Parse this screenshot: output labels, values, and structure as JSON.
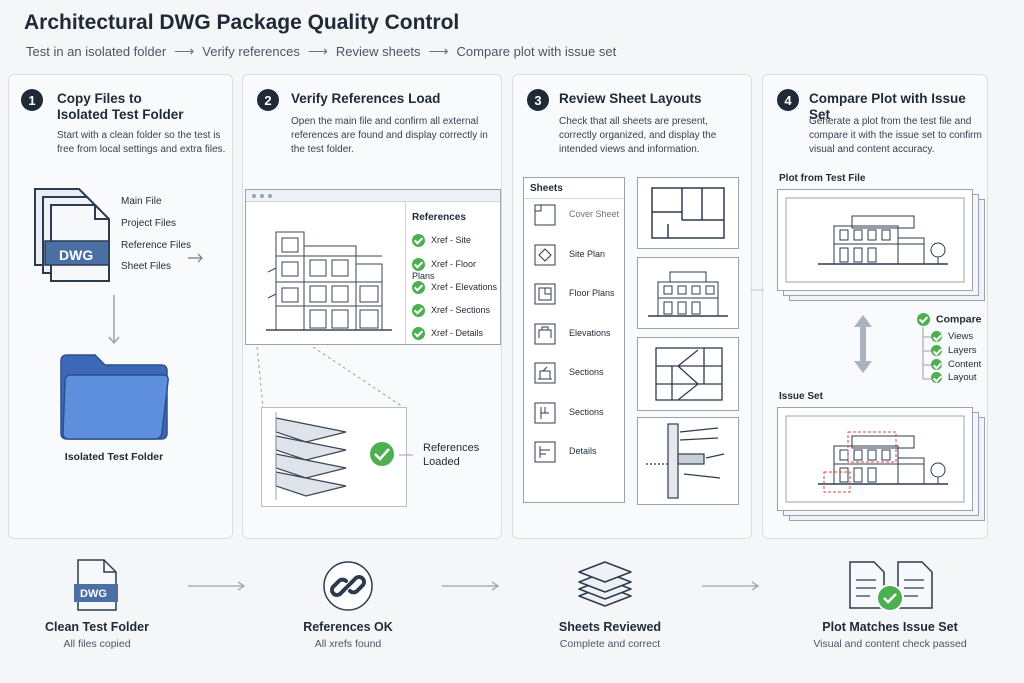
{
  "header": {
    "title": "Architectural DWG Package Quality Control",
    "steps": [
      "Test in an isolated folder",
      "Verify references",
      "Review sheets",
      "Compare plot with issue set"
    ],
    "arrow": "⟶"
  },
  "panels": [
    {
      "number": "1",
      "title_line1": "Copy Files to",
      "title_line2": "Isolated Test Folder",
      "description": "Start with a clean folder so the test is free from local settings and extra files.",
      "file_icon_label": "DWG",
      "files": [
        "Main File",
        "Project Files",
        "Reference Files",
        "Sheet Files"
      ],
      "folder_label": "Isolated Test Folder"
    },
    {
      "number": "2",
      "title": "Verify References Load",
      "description": "Open the main file and confirm all external references are found and display correctly in the test folder.",
      "references_heading": "References",
      "references": [
        "Xref - Site",
        "Xref - Floor Plans",
        "Xref - Elevations",
        "Xref - Sections",
        "Xref - Details"
      ],
      "loaded_label_line1": "References",
      "loaded_label_line2": "Loaded"
    },
    {
      "number": "3",
      "title": "Review Sheet Layouts",
      "description": "Check that all sheets are present, correctly organized, and display the intended views and information.",
      "sheets_heading": "Sheets",
      "sheets": [
        "Cover Sheet",
        "Site Plan",
        "Floor Plans",
        "Elevations",
        "Sections",
        "Sections",
        "Details"
      ]
    },
    {
      "number": "4",
      "title": "Compare Plot with Issue Set",
      "description": "Generate a plot from the test file and compare it with the issue set to confirm visual and content accuracy.",
      "plot_label": "Plot from Test File",
      "issue_label": "Issue Set",
      "compare_heading": "Compare",
      "compare_items": [
        "Views",
        "Layers",
        "Content",
        "Layout"
      ]
    }
  ],
  "outcomes": [
    {
      "label": "Clean Test Folder",
      "sub": "All files copied",
      "icon_text": "DWG"
    },
    {
      "label": "References OK",
      "sub": "All xrefs found"
    },
    {
      "label": "Sheets Reviewed",
      "sub": "Complete and correct"
    },
    {
      "label": "Plot Matches Issue Set",
      "sub": "Visual and content check passed"
    }
  ],
  "colors": {
    "accent_blue": "#4a7bd0",
    "check_green": "#4caf50",
    "dark": "#1f2a37",
    "red_markup": "#e04040"
  }
}
